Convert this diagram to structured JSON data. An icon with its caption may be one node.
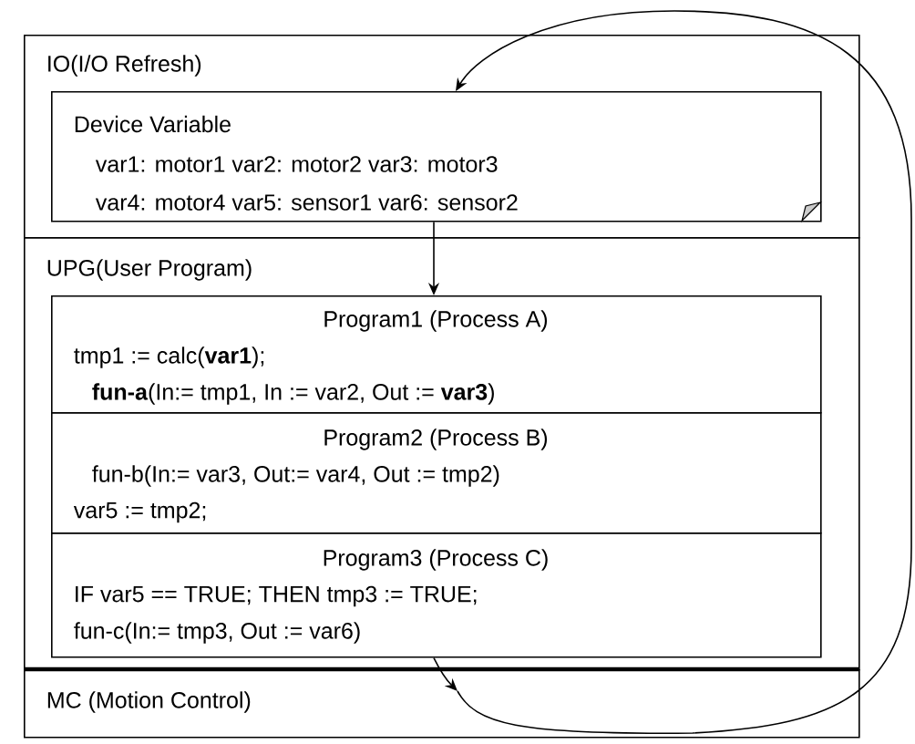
{
  "diagram": {
    "nodes": [
      {
        "text": [
          "IO(I/O Refresh)"
        ]
      },
      {
        "text": [
          "Device Variable",
          "var1: motor1  var2: motor2  var3: motor3",
          "var4: motor4  var5: sensor1  var6: sensor2"
        ],
        "in": 0
      },
      {
        "text": [
          "UPG(User Program)"
        ]
      },
      {
        "text": [
          "Program1 (Process A)",
          "tmp1 := calc(**var1**);",
          "**fun-a**(In:= tmp1, In := var2, Out := **var3**)"
        ],
        "in": 2
      },
      {
        "text": [
          "Program2 (Process B)",
          "fun-b(In:= var3, Out:= var4, Out := tmp2)",
          "var5 := tmp2;"
        ],
        "in": 2
      },
      {
        "text": [
          "Program3 (Process C)",
          "IF var5 == TRUE; THEN tmp3 := TRUE;",
          "fun-c(In:= tmp3, Out := var6)"
        ],
        "in": 2
      },
      {
        "text": [
          "MC (Motion Control)"
        ]
      }
    ],
    "edges": [
      {
        "from": 1,
        "to": 3,
        "arrow": "to"
      },
      {
        "from": 5,
        "to": 6,
        "arrow": "to"
      },
      {
        "from": 6,
        "to": 1,
        "arrow": "to"
      }
    ]
  }
}
